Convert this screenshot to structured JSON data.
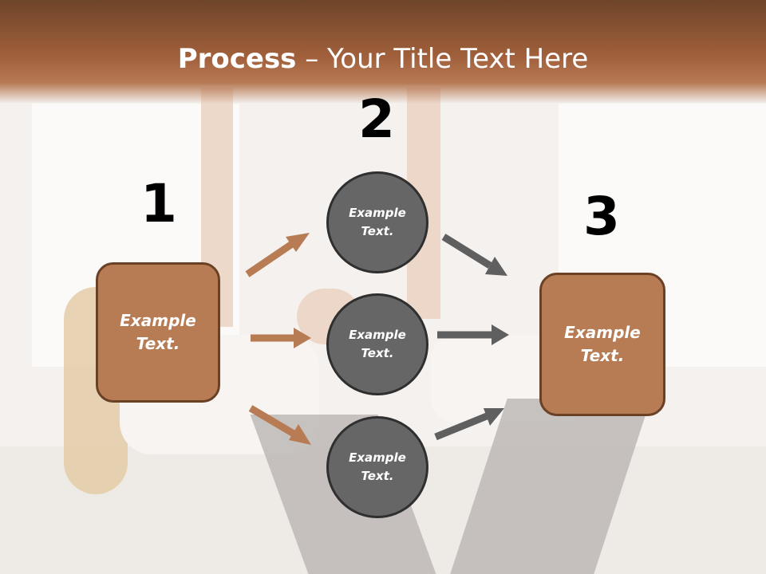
{
  "slide": {
    "title_bold": "Process",
    "title_rest": " – Your Title Text Here"
  },
  "steps": {
    "step1_number": "1",
    "step2_number": "2",
    "step3_number": "3"
  },
  "nodes": {
    "left_box": "Example\nText.",
    "circle_top": "Example\nText.",
    "circle_middle": "Example\nText.",
    "circle_bottom": "Example\nText.",
    "right_box": "Example\nText."
  },
  "colors": {
    "title_bar": "#a1603b",
    "box_fill": "#b87c55",
    "box_border": "#6b4126",
    "circle_fill": "#666666",
    "circle_border": "#2f2f2f",
    "arrow_brown": "#b87c55",
    "arrow_gray": "#5f5f5f"
  }
}
